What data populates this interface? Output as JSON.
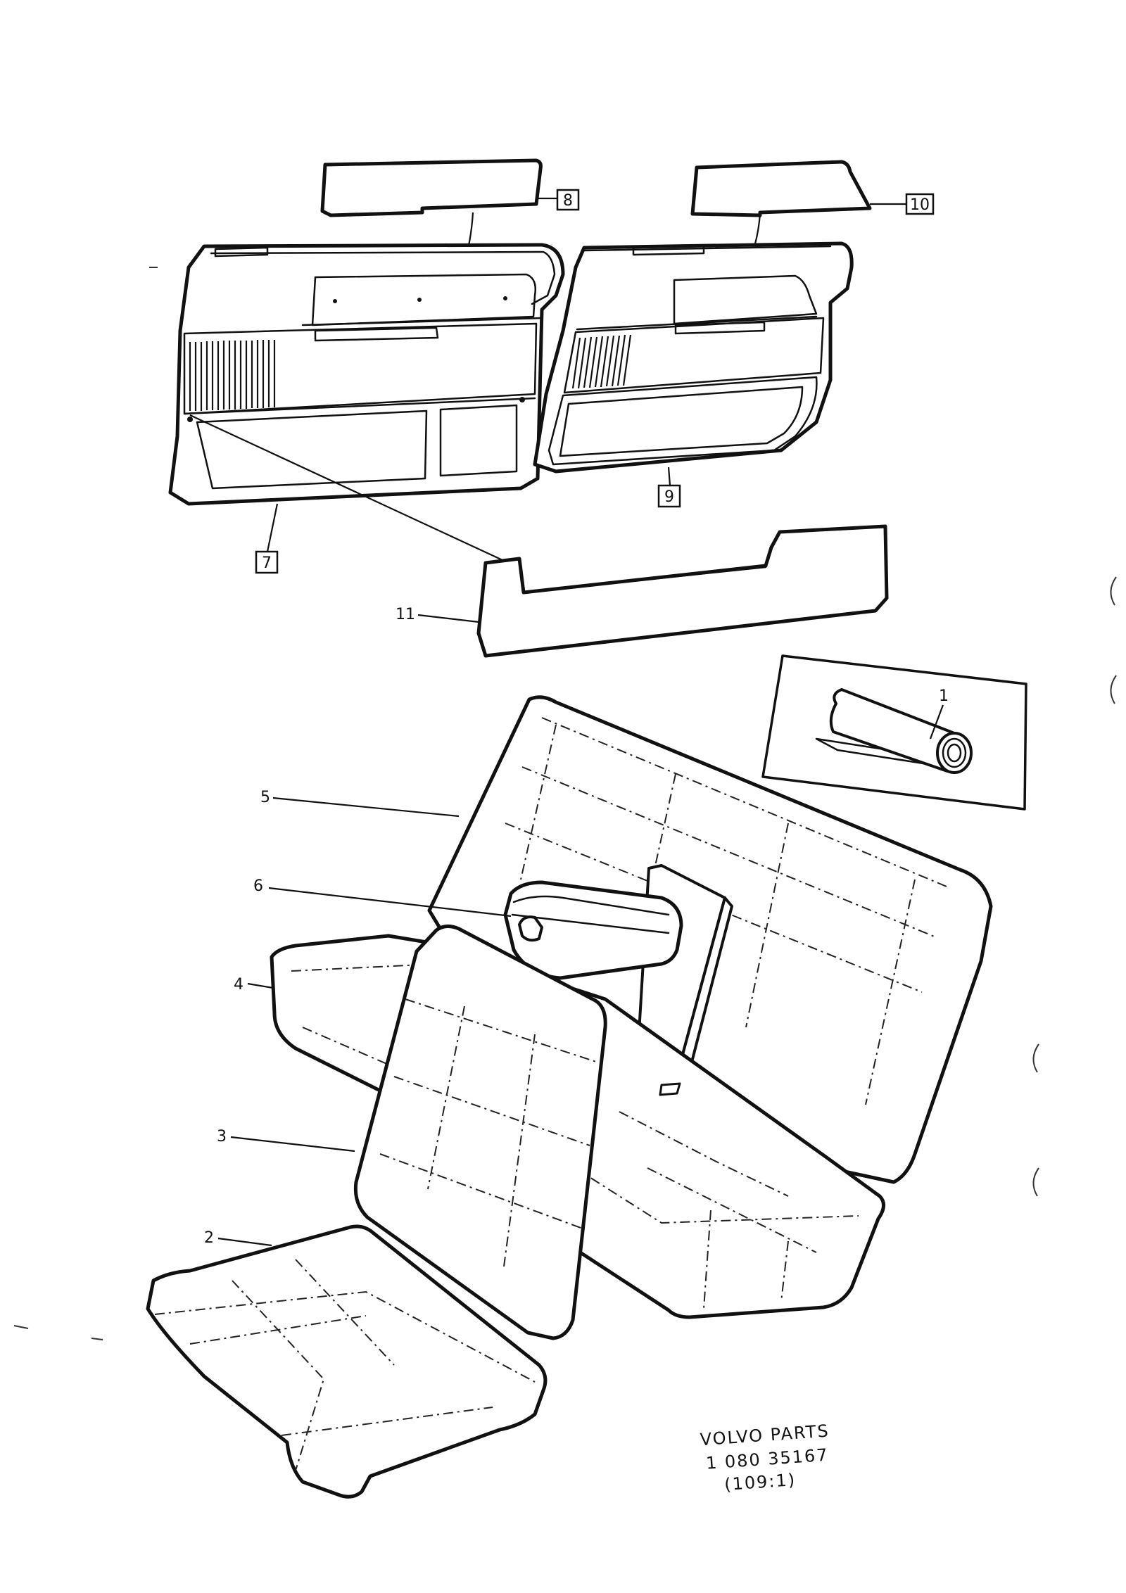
{
  "callouts": {
    "p1": "1",
    "p2": "2",
    "p3": "3",
    "p4": "4",
    "p5": "5",
    "p6": "6",
    "p7": "7",
    "p8": "8",
    "p9": "9",
    "p10": "10",
    "p11": "11"
  },
  "caption": {
    "line1": "VOLVO PARTS",
    "line2": "1 080 35167",
    "line3": "(109:1)"
  }
}
